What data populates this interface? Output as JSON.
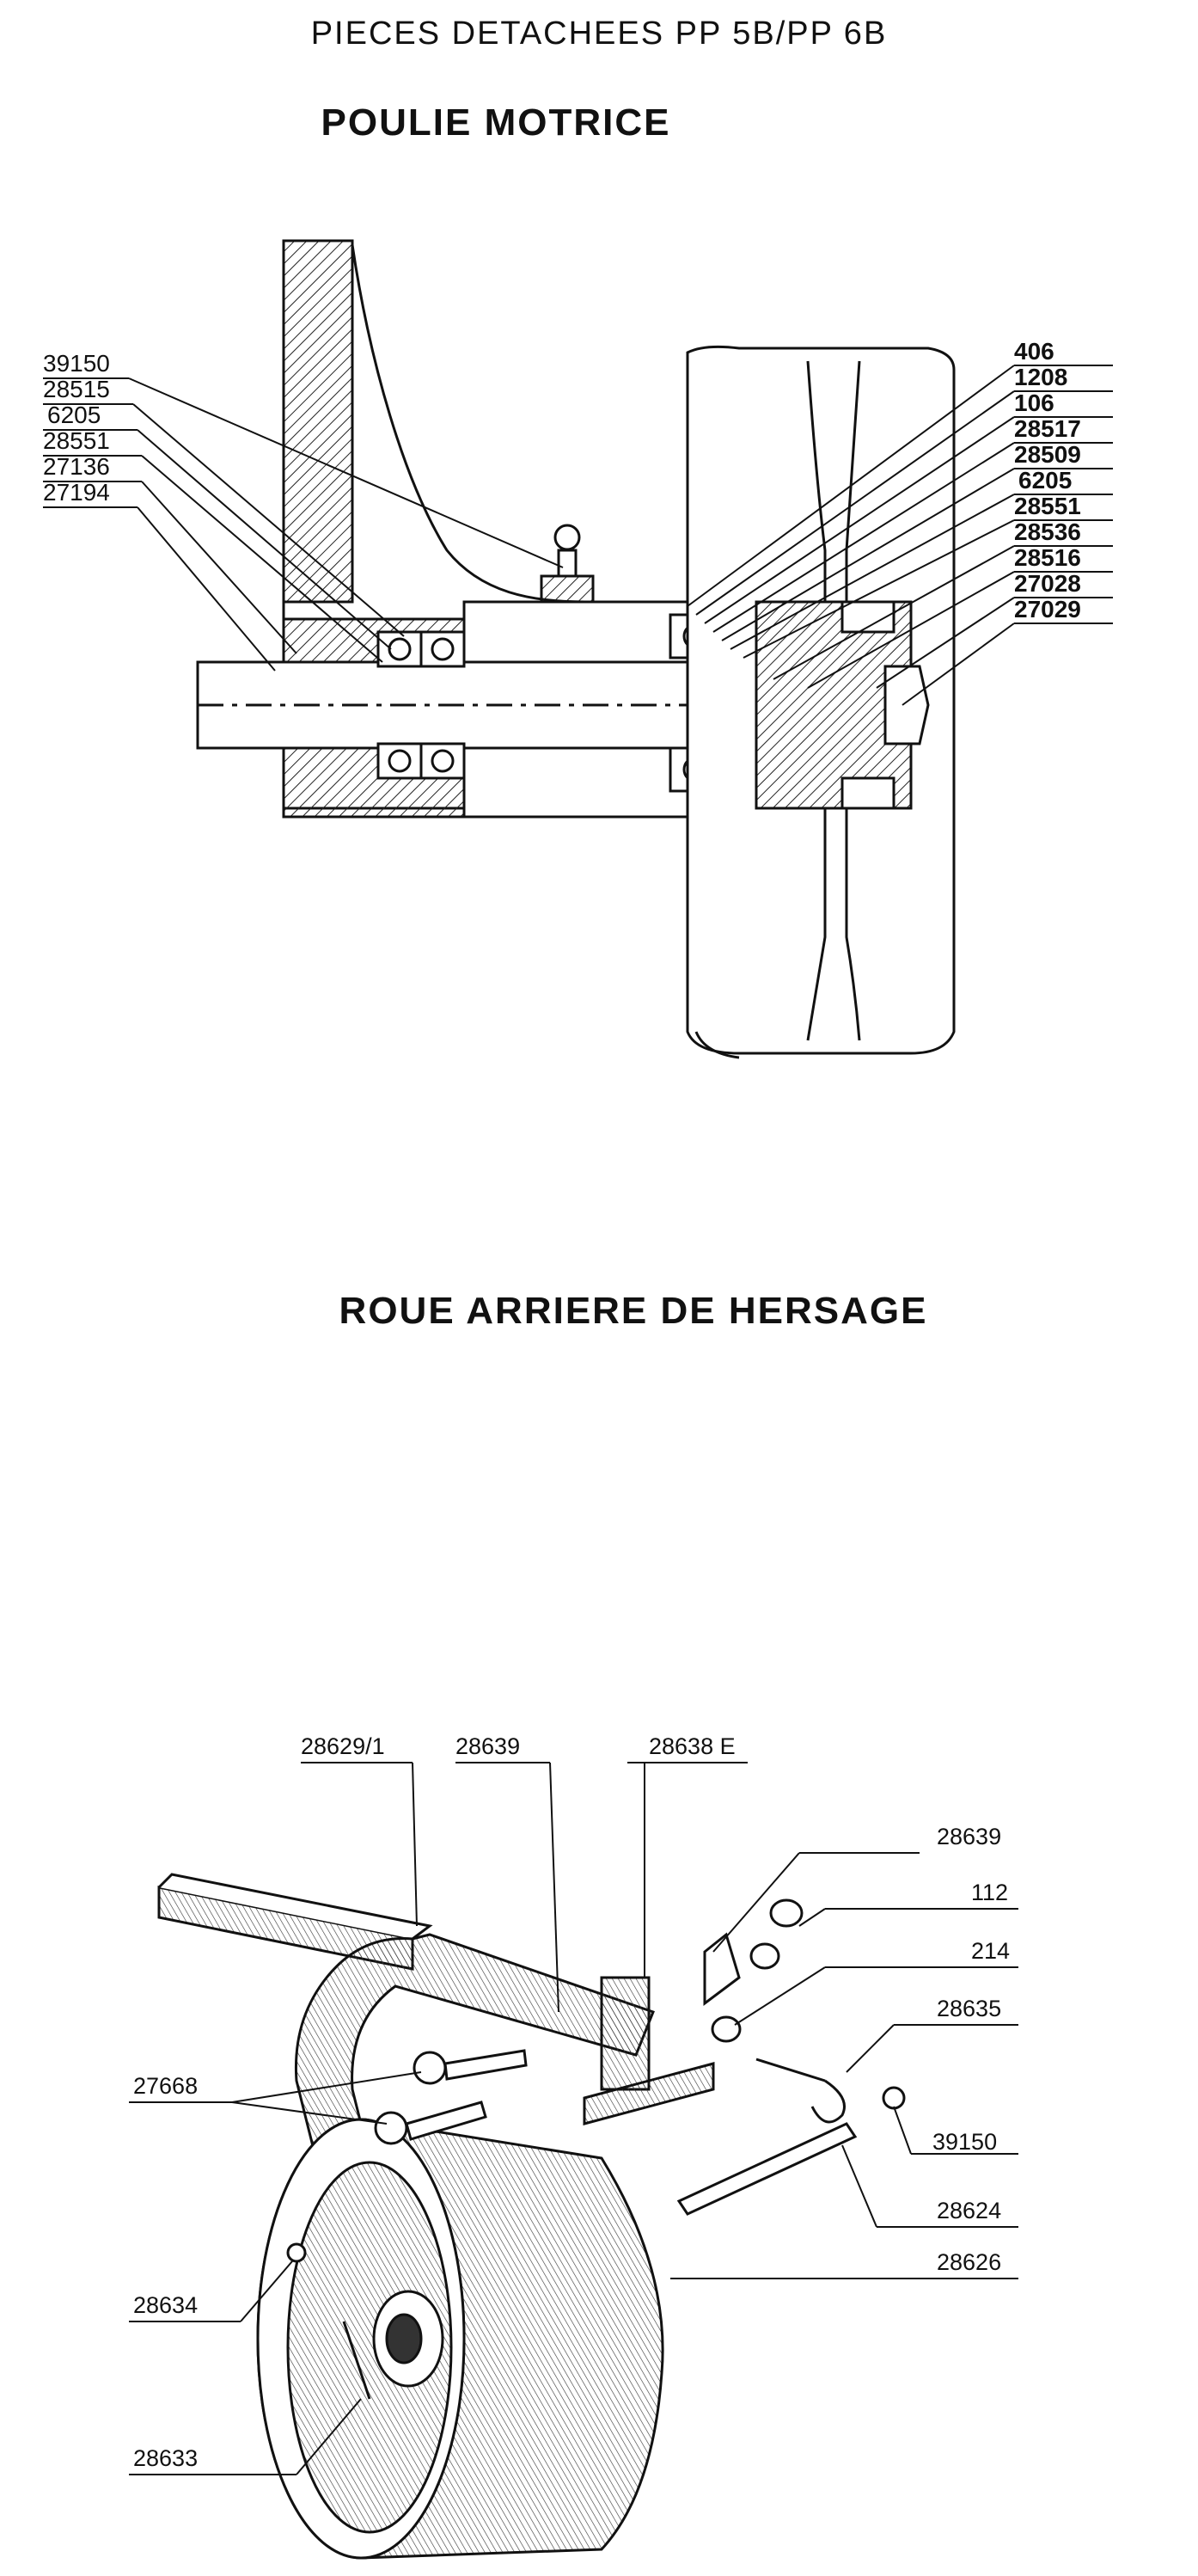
{
  "header": {
    "page_title": "PIECES DETACHEES PP 5B/PP 6B"
  },
  "poulie": {
    "title": "POULIE MOTRICE",
    "left_refs": [
      "39150",
      "28515",
      "6205",
      "28551",
      "27136",
      "27194"
    ],
    "right_refs": [
      "406",
      "1208",
      "106",
      "28517",
      "28509",
      "6205",
      "28551",
      "28536",
      "28516",
      "27028",
      "27029"
    ]
  },
  "roue": {
    "title": "ROUE ARRIERE DE HERSAGE",
    "refs": {
      "r28629": "28629/1",
      "r28639a": "28639",
      "r28638": "28638 E",
      "r28639b": "28639",
      "r112": "112",
      "r214": "214",
      "r28635": "28635",
      "r27668": "27668",
      "r39150": "39150",
      "r28624": "28624",
      "r28626": "28626",
      "r28634": "28634",
      "r28633": "28633"
    }
  }
}
